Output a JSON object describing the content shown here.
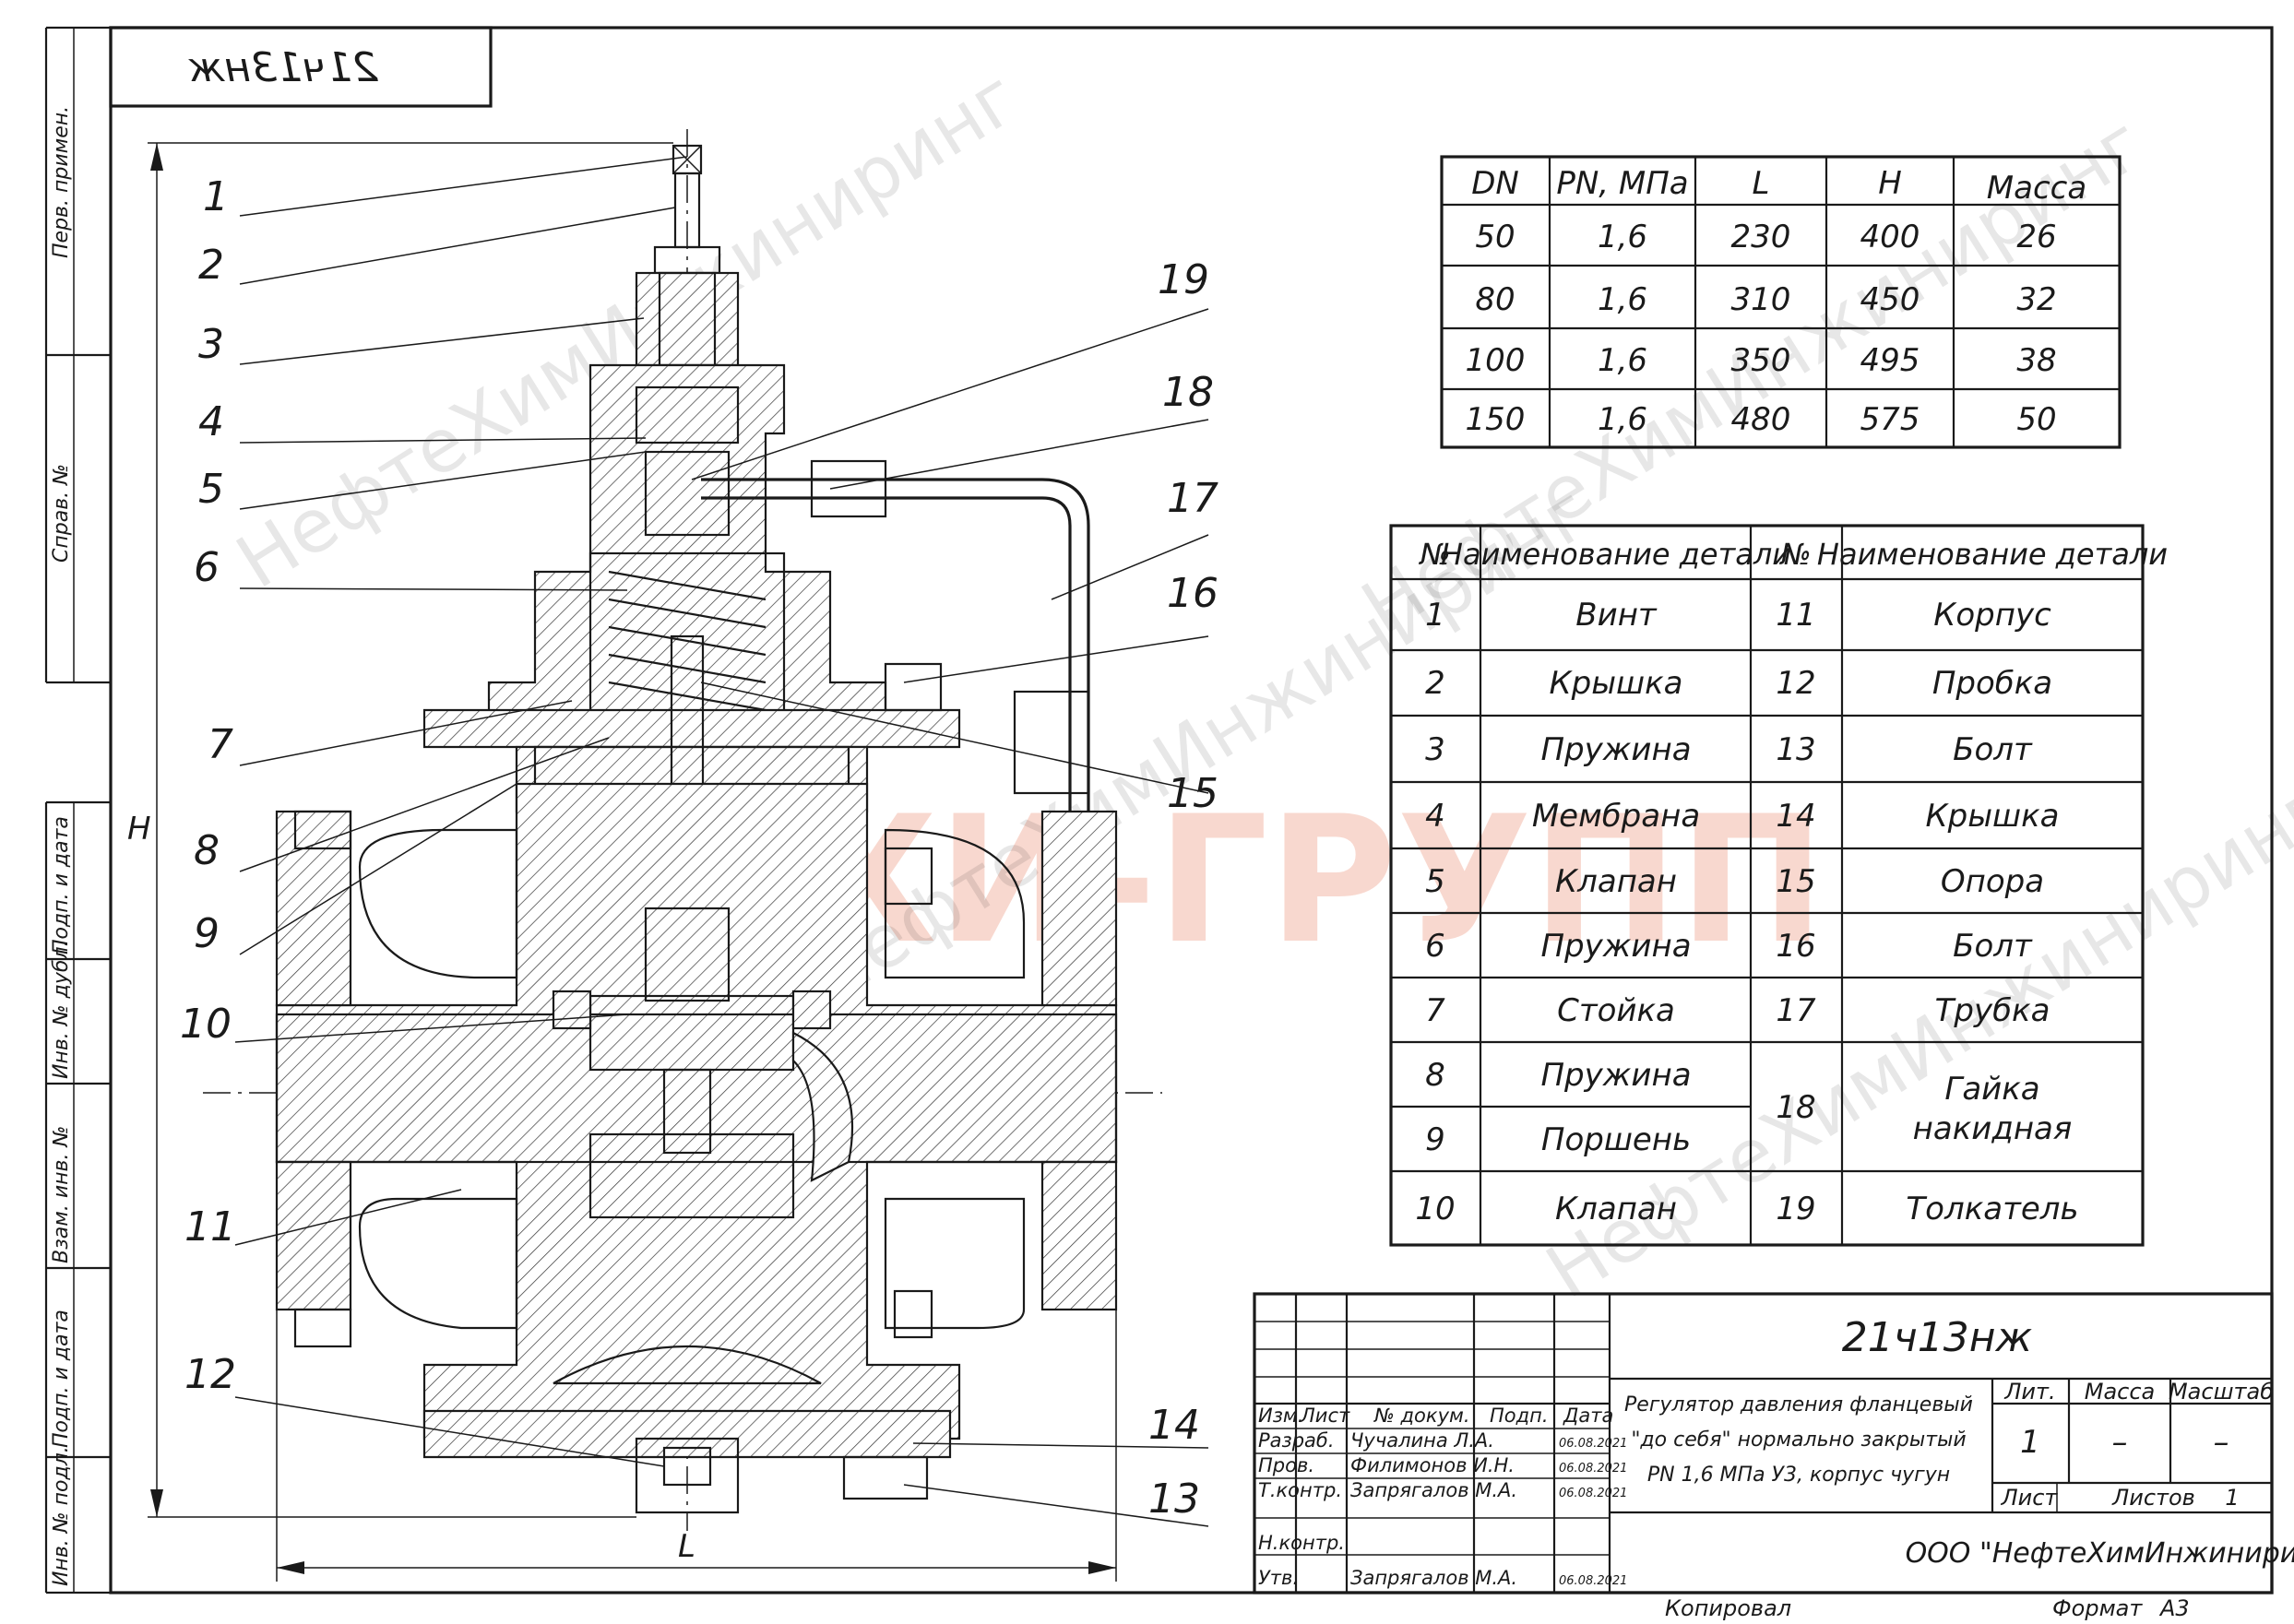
{
  "drawing_code": "21ч13нж",
  "side_stamp": [
    "Перв. примен.",
    "Справ. №",
    "Подп. и дата",
    "Инв. № дубл.",
    "Взам. инв. №",
    "Подп. и дата",
    "Инв. № подл."
  ],
  "dimensions": {
    "height_label": "H",
    "length_label": "L"
  },
  "callouts": [
    "1",
    "2",
    "3",
    "4",
    "5",
    "6",
    "7",
    "8",
    "9",
    "10",
    "11",
    "12",
    "13",
    "14",
    "15",
    "16",
    "17",
    "18",
    "19"
  ],
  "size_table": {
    "headers": [
      "DN",
      "PN, МПа",
      "L",
      "H",
      "Масса"
    ],
    "rows": [
      [
        "50",
        "1,6",
        "230",
        "400",
        "26"
      ],
      [
        "80",
        "1,6",
        "310",
        "450",
        "32"
      ],
      [
        "100",
        "1,6",
        "350",
        "495",
        "38"
      ],
      [
        "150",
        "1,6",
        "480",
        "575",
        "50"
      ]
    ]
  },
  "parts_table": {
    "headers": [
      "№",
      "Наименование детали",
      "№",
      "Наименование детали"
    ],
    "left": [
      [
        "1",
        "Винт"
      ],
      [
        "2",
        "Крышка"
      ],
      [
        "3",
        "Пружина"
      ],
      [
        "4",
        "Мембрана"
      ],
      [
        "5",
        "Клапан"
      ],
      [
        "6",
        "Пружина"
      ],
      [
        "7",
        "Стойка"
      ],
      [
        "8",
        "Пружина"
      ],
      [
        "9",
        "Поршень"
      ],
      [
        "10",
        "Клапан"
      ]
    ],
    "right": [
      [
        "11",
        "Корпус"
      ],
      [
        "12",
        "Пробка"
      ],
      [
        "13",
        "Болт"
      ],
      [
        "14",
        "Крышка"
      ],
      [
        "15",
        "Опора"
      ],
      [
        "16",
        "Болт"
      ],
      [
        "17",
        "Трубка"
      ],
      [
        "18",
        "Гайка",
        "накидная"
      ],
      [
        "19",
        "Толкатель"
      ]
    ]
  },
  "title_block": {
    "designation": "21ч13нж",
    "description": [
      "Регулятор давления фланцевый",
      "\"до себя\" нормально закрытый",
      "PN 1,6 МПа У3, корпус чугун"
    ],
    "col_headers": [
      "Изм.",
      "Лист",
      "№ докум.",
      "Подп.",
      "Дата"
    ],
    "people": [
      {
        "role": "Разраб.",
        "name": "Чучалина Л.А.",
        "date": "06.08.2021"
      },
      {
        "role": "Пров.",
        "name": "Филимонов И.Н.",
        "date": "06.08.2021"
      },
      {
        "role": "Т.контр.",
        "name": "Запрягалов М.А.",
        "date": "06.08.2021"
      },
      {
        "role": "Н.контр.",
        "name": "",
        "date": ""
      },
      {
        "role": "Утв.",
        "name": "Запрягалов М.А.",
        "date": "06.08.2021"
      }
    ],
    "lit_label": "Лит.",
    "mass_label": "Масса",
    "scale_label": "Масштаб",
    "lit_value": "1",
    "mass_value": "–",
    "scale_value": "–",
    "sheet_label": "Лист",
    "sheets_label": "Листов",
    "sheets_value": "1",
    "company": "ООО \"НефтеХимИнжиниринг\"",
    "copied": "Копировал",
    "format_label": "Формат",
    "format_value": "А3"
  },
  "watermark": {
    "text": "НефтеХимИнжиниринг",
    "banner": "ТХИ-ГРУПП"
  },
  "colors": {
    "line": "#1a1a1a",
    "watermark_banner": "#f4b9a8"
  }
}
